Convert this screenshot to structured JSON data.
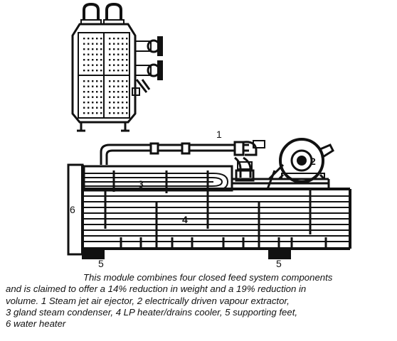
{
  "figure": {
    "labels": {
      "ejector": "1",
      "extractor": "2",
      "condenser": "3",
      "lp_heater": "4",
      "foot_left": "5",
      "foot_right": "5",
      "water_heater": "6"
    }
  },
  "caption": {
    "lines": [
      "This module combines four closed feed system components",
      "and is claimed to offer a 14% reduction in weight and a 19% reduction in",
      "volume. 1 Steam jet air ejector, 2 electrically driven vapour extractor,",
      "3 gland steam condenser, 4 LP heater/drains cooler, 5 supporting feet,",
      "6 water heater"
    ]
  }
}
